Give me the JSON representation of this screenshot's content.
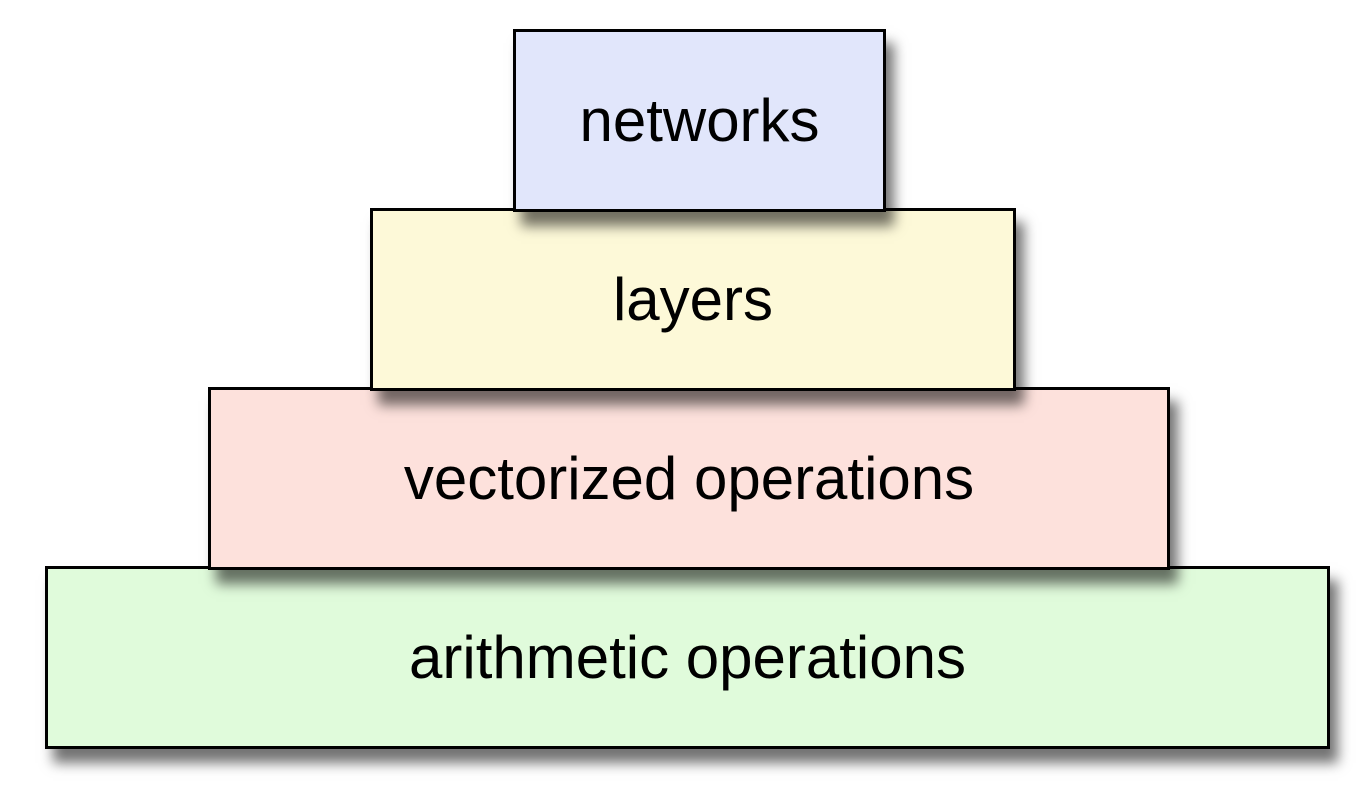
{
  "pyramid": {
    "layers": [
      {
        "label": "networks",
        "color": "#e1e6fb"
      },
      {
        "label": "layers",
        "color": "#fdf9d8"
      },
      {
        "label": "vectorized operations",
        "color": "#fde1dc"
      },
      {
        "label": "arithmetic operations",
        "color": "#e0fbdb"
      }
    ]
  }
}
